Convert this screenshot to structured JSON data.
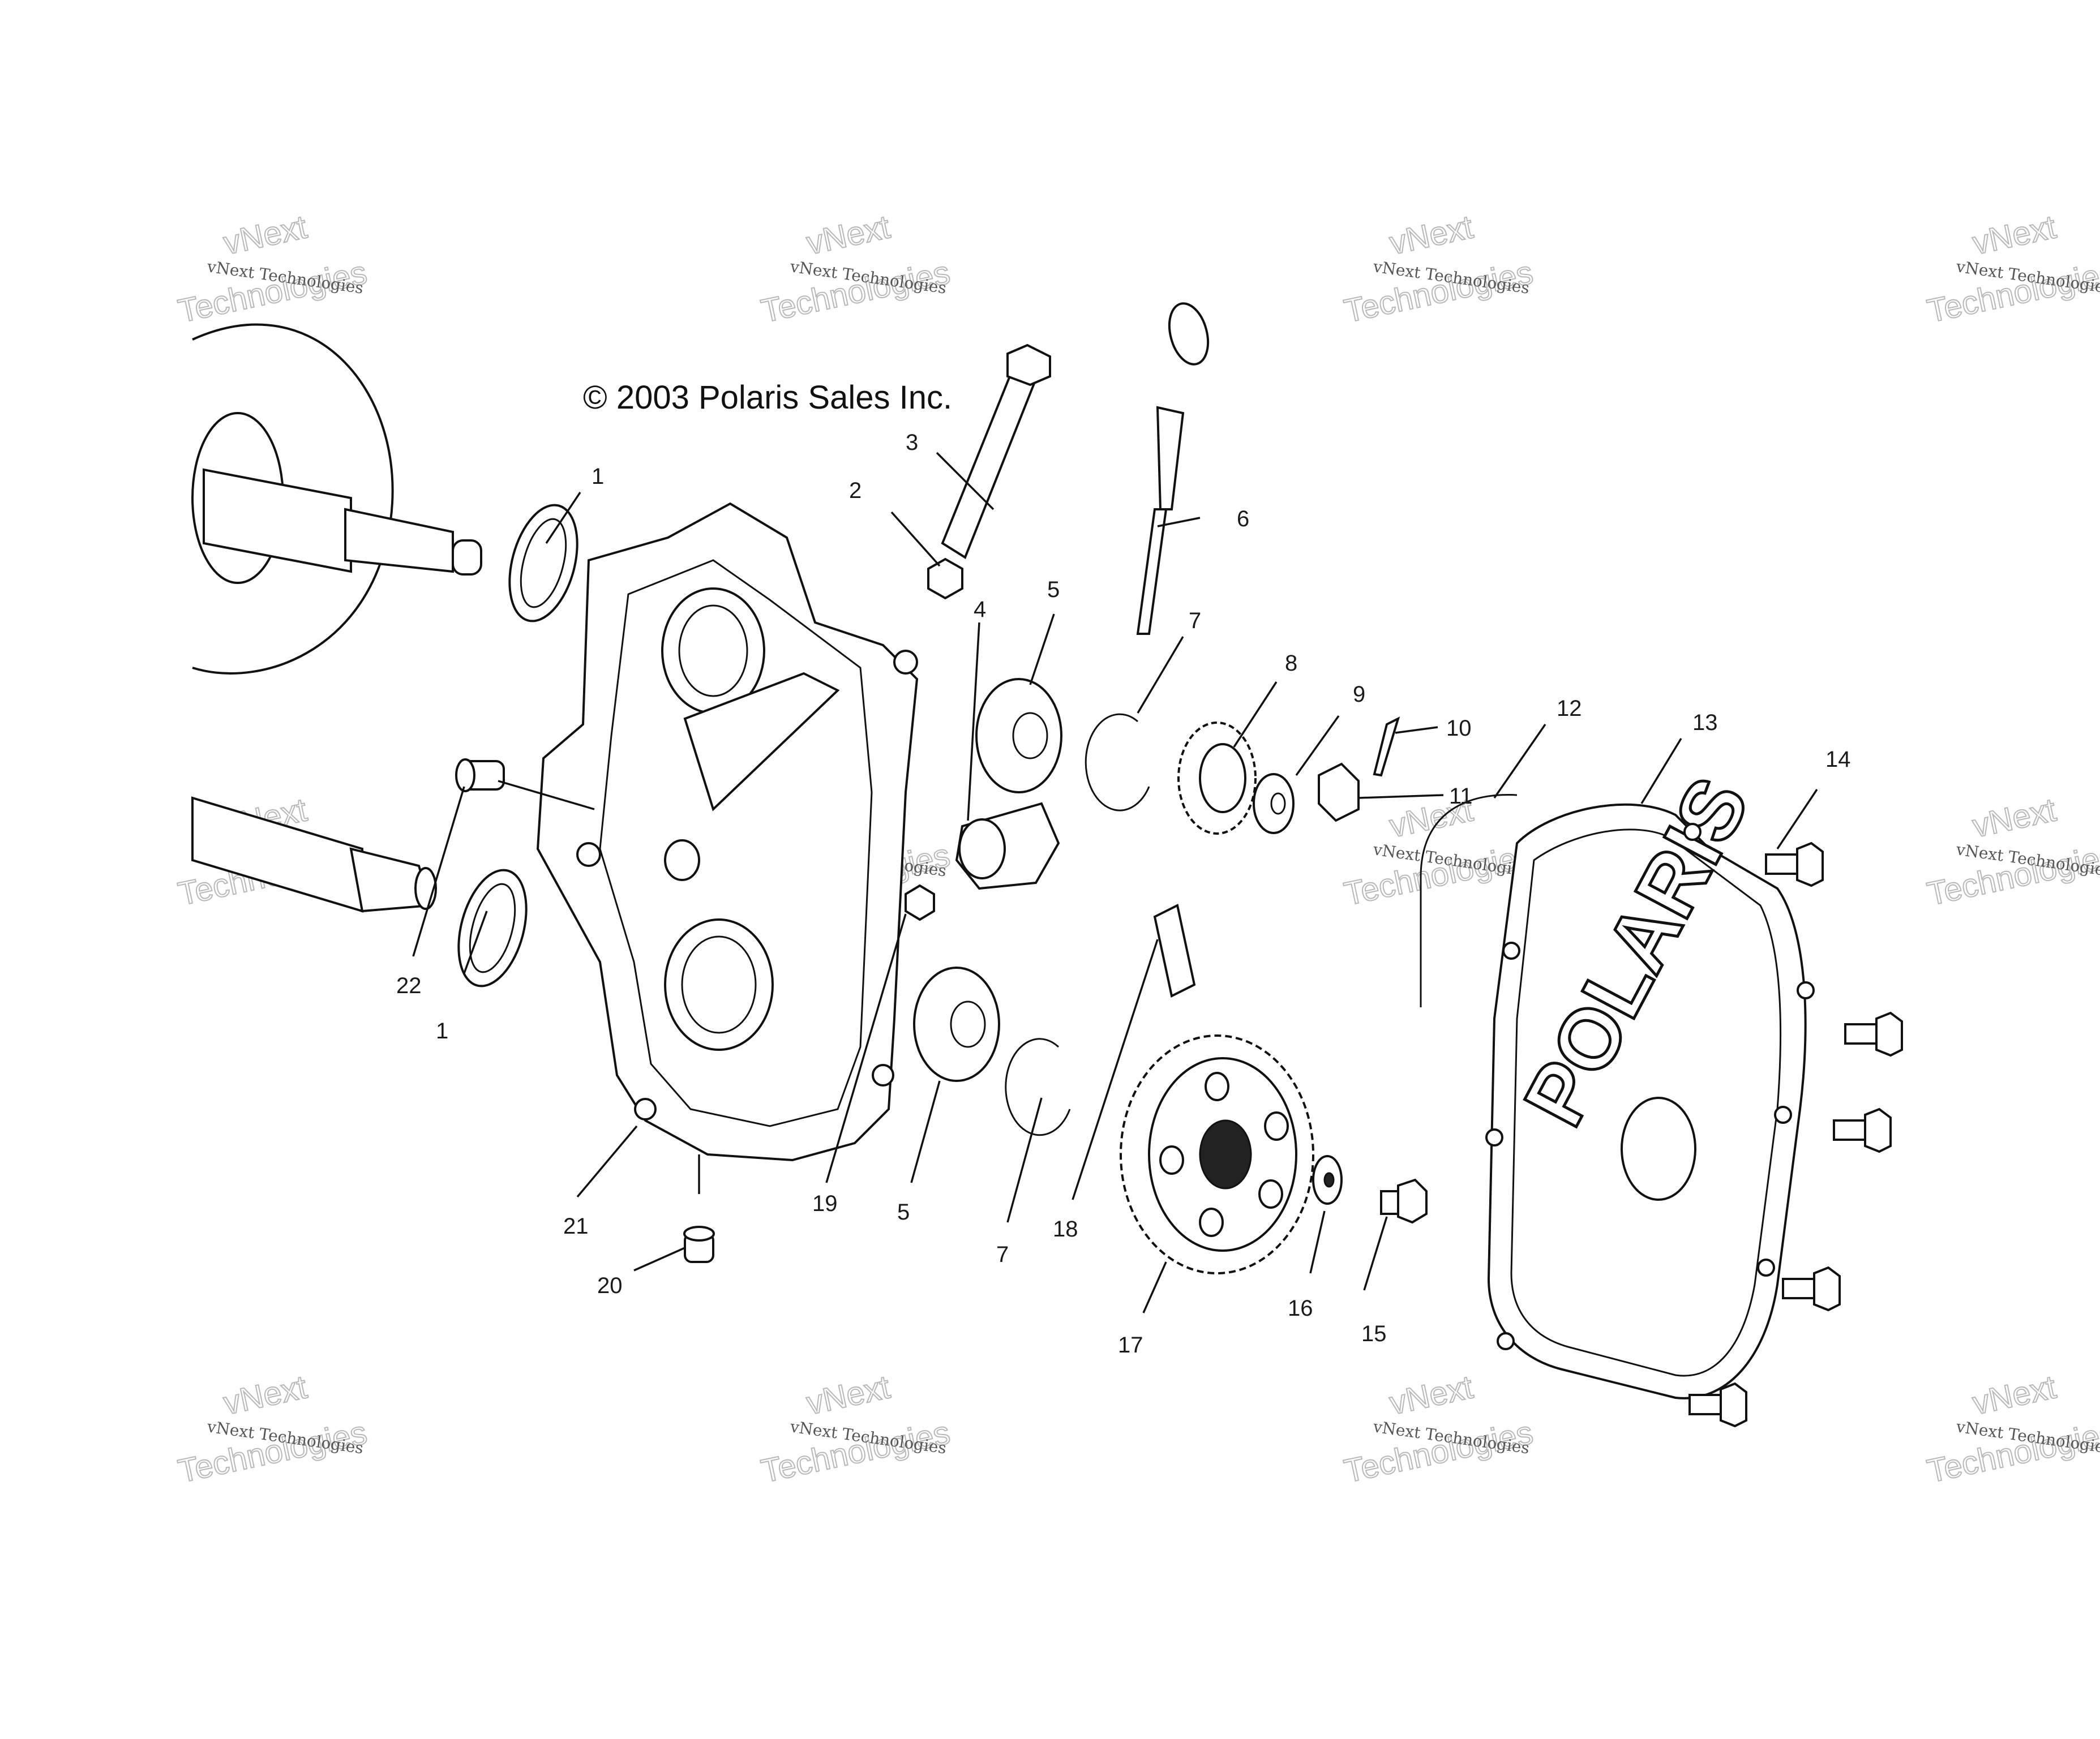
{
  "copyright": "© 2003 Polaris Sales Inc.",
  "cover_logo": "POLARIS",
  "watermark": {
    "line1": "vNext Technologies",
    "line2": "vNext",
    "line3": "Technologies"
  },
  "callouts": {
    "c1a": "1",
    "c1b": "1",
    "c2": "2",
    "c3": "3",
    "c4": "4",
    "c5a": "5",
    "c5b": "5",
    "c6": "6",
    "c7a": "7",
    "c7b": "7",
    "c8": "8",
    "c9": "9",
    "c10": "10",
    "c11": "11",
    "c12": "12",
    "c13": "13",
    "c14": "14",
    "c15": "15",
    "c16": "16",
    "c17": "17",
    "c18": "18",
    "c19": "19",
    "c20": "20",
    "c21": "21",
    "c22": "22"
  }
}
